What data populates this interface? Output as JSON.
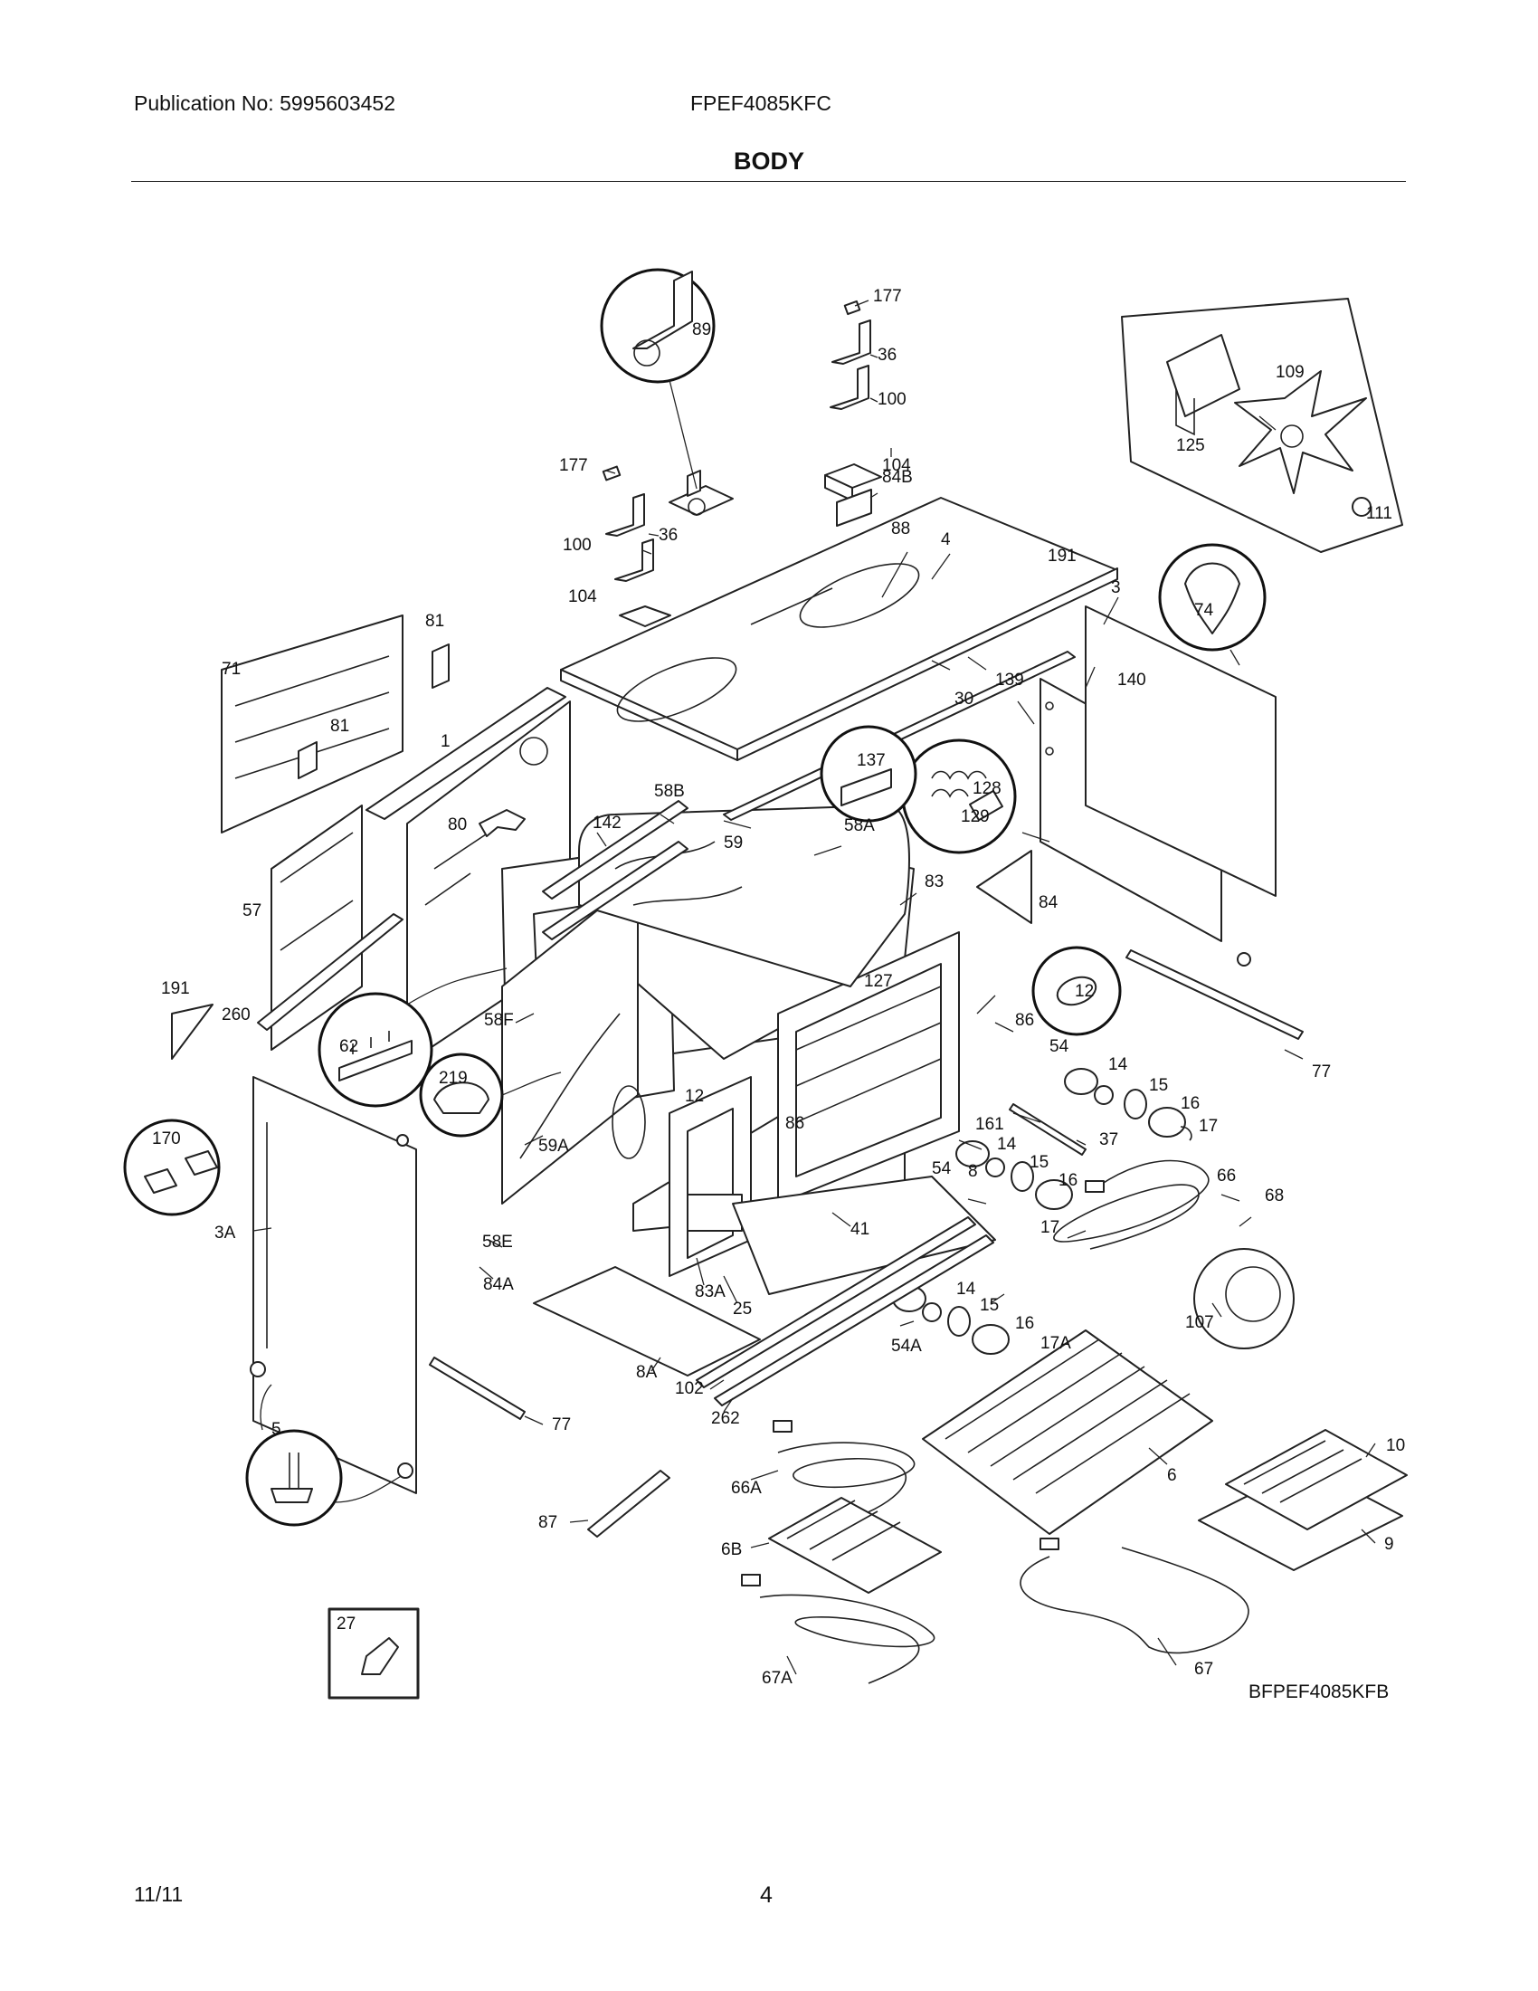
{
  "header": {
    "publication": "Publication No: 5995603452",
    "model": "FPEF4085KFC",
    "title": "BODY"
  },
  "diagram_code": "BFPEF4085KFB",
  "footer": {
    "date": "11/11",
    "page": "4"
  },
  "part_labels": [
    "177",
    "36",
    "100",
    "89",
    "104",
    "84B",
    "177",
    "36",
    "100",
    "104",
    "88",
    "4",
    "191",
    "3",
    "74",
    "109",
    "125",
    "111",
    "81",
    "71",
    "81",
    "1",
    "80",
    "57",
    "142",
    "58B",
    "59",
    "58A",
    "137",
    "128",
    "129",
    "30",
    "139",
    "140",
    "84",
    "83",
    "12",
    "86",
    "77",
    "127",
    "191",
    "260",
    "58F",
    "62",
    "219",
    "54",
    "14",
    "15",
    "16",
    "17",
    "170",
    "12",
    "86",
    "161",
    "59A",
    "54",
    "14",
    "15",
    "16",
    "37",
    "17",
    "8",
    "66",
    "68",
    "3A",
    "58E",
    "84A",
    "41",
    "83A",
    "25",
    "14",
    "15",
    "16",
    "17A",
    "54A",
    "107",
    "8A",
    "102",
    "262",
    "77",
    "5",
    "10",
    "6",
    "66A",
    "9",
    "87",
    "6B",
    "67A",
    "67",
    "27"
  ]
}
